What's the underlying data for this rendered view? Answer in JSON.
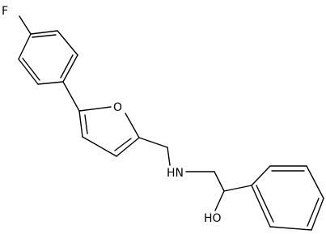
{
  "structure": {
    "atoms": {
      "fluorine": "F",
      "furan_oxygen": "O",
      "amine": "HN",
      "hydroxyl": "HO"
    }
  }
}
